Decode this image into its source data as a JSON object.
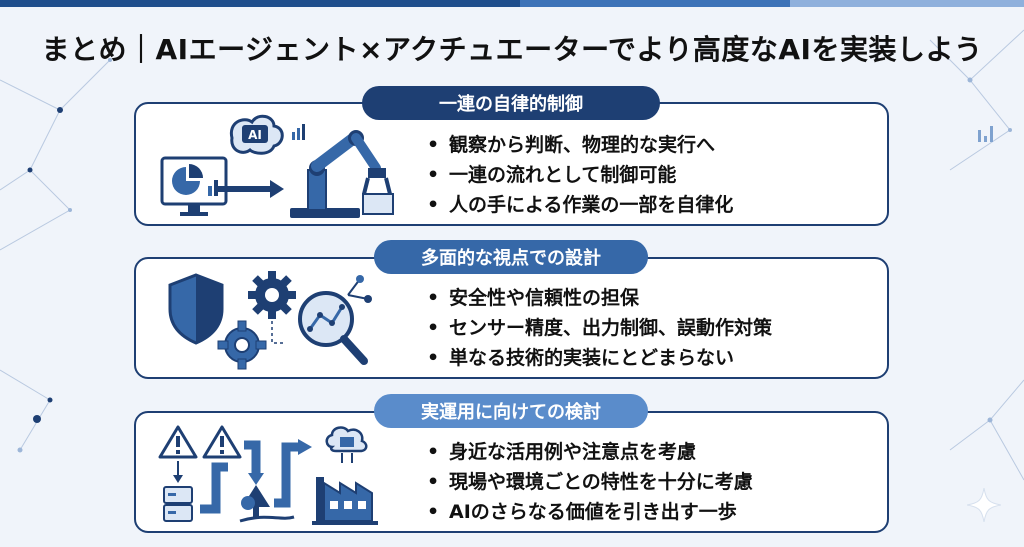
{
  "title": "まとめ｜AIエージェント×アクチュエーターでより高度なAIを実装しよう",
  "colors": {
    "navy": "#1e3f73",
    "blue": "#3668a8",
    "light_blue": "#5a8ccb",
    "background": "#f0f4fa"
  },
  "sections": [
    {
      "heading": "一連の自律的制御",
      "bullets": [
        "観察から判断、物理的な実行へ",
        "一連の流れとして制御可能",
        "人の手による作業の一部を自律化"
      ],
      "icons": [
        "monitor-chart-icon",
        "ai-brain-icon",
        "arrow-right-icon",
        "robot-arm-icon"
      ],
      "brain_label": "AI"
    },
    {
      "heading": "多面的な視点での設計",
      "bullets": [
        "安全性や信頼性の担保",
        "センサー精度、出力制御、誤動作対策",
        "単なる技術的実装にとどまらない"
      ],
      "icons": [
        "shield-icon",
        "gear-icon",
        "gear-icon",
        "magnifier-network-icon"
      ]
    },
    {
      "heading": "実運用に向けての検討",
      "bullets": [
        "身近な活用例や注意点を考慮",
        "現場や環境ごとの特性を十分に考慮",
        "AIのさらなる価値を引き出す一歩"
      ],
      "icons": [
        "warning-icon",
        "warning-icon",
        "server-icon",
        "tree-icon",
        "cloud-server-icon",
        "factory-icon"
      ]
    }
  ]
}
